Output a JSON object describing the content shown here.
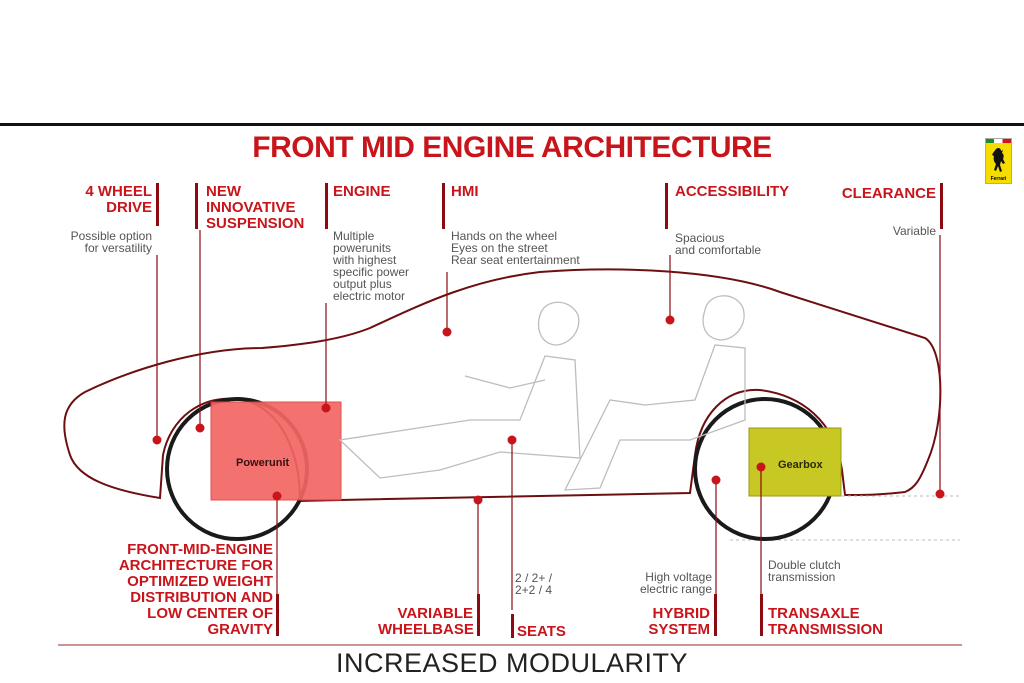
{
  "title": "FRONT MID ENGINE ARCHITECTURE",
  "footer": "INCREASED MODULARITY",
  "logo_text": "Ferrari",
  "top_labels": {
    "four_wheel": {
      "title": "4 WHEEL\nDRIVE",
      "desc": "Possible option\nfor versatility"
    },
    "suspension": {
      "title": "NEW\nINNOVATIVE\nSUSPENSION"
    },
    "engine": {
      "title": "ENGINE",
      "desc": "Multiple\npowerunits\nwith highest\nspecific power\noutput plus\nelectric motor"
    },
    "hmi": {
      "title": "HMI",
      "desc": "Hands on the wheel\nEyes on the street\nRear seat entertainment"
    },
    "accessibility": {
      "title": "ACCESSIBILITY",
      "desc": "Spacious\nand comfortable"
    },
    "clearance": {
      "title": "CLEARANCE",
      "desc": "Variable"
    }
  },
  "bottom_labels": {
    "architecture": {
      "title": "FRONT-MID-ENGINE\nARCHITECTURE FOR\nOPTIMIZED WEIGHT\nDISTRIBUTION AND\nLOW CENTER OF\nGRAVITY"
    },
    "wheelbase": {
      "title": "VARIABLE\nWHEELBASE"
    },
    "seats": {
      "title": "SEATS",
      "desc": "2 / 2+ /\n2+2 / 4"
    },
    "hybrid": {
      "title": "HYBRID\nSYSTEM",
      "desc": "High voltage\nelectric range"
    },
    "transaxle": {
      "title": "TRANSAXLE\nTRANSMISSION",
      "desc": "Double clutch\ntransmission"
    }
  },
  "boxes": {
    "powerunit": "Powerunit",
    "gearbox": "Gearbox"
  },
  "colors": {
    "accent": "#c8151b",
    "outline": "#7a1416",
    "powerunit": "#f26563",
    "gearbox": "#c7c824"
  }
}
